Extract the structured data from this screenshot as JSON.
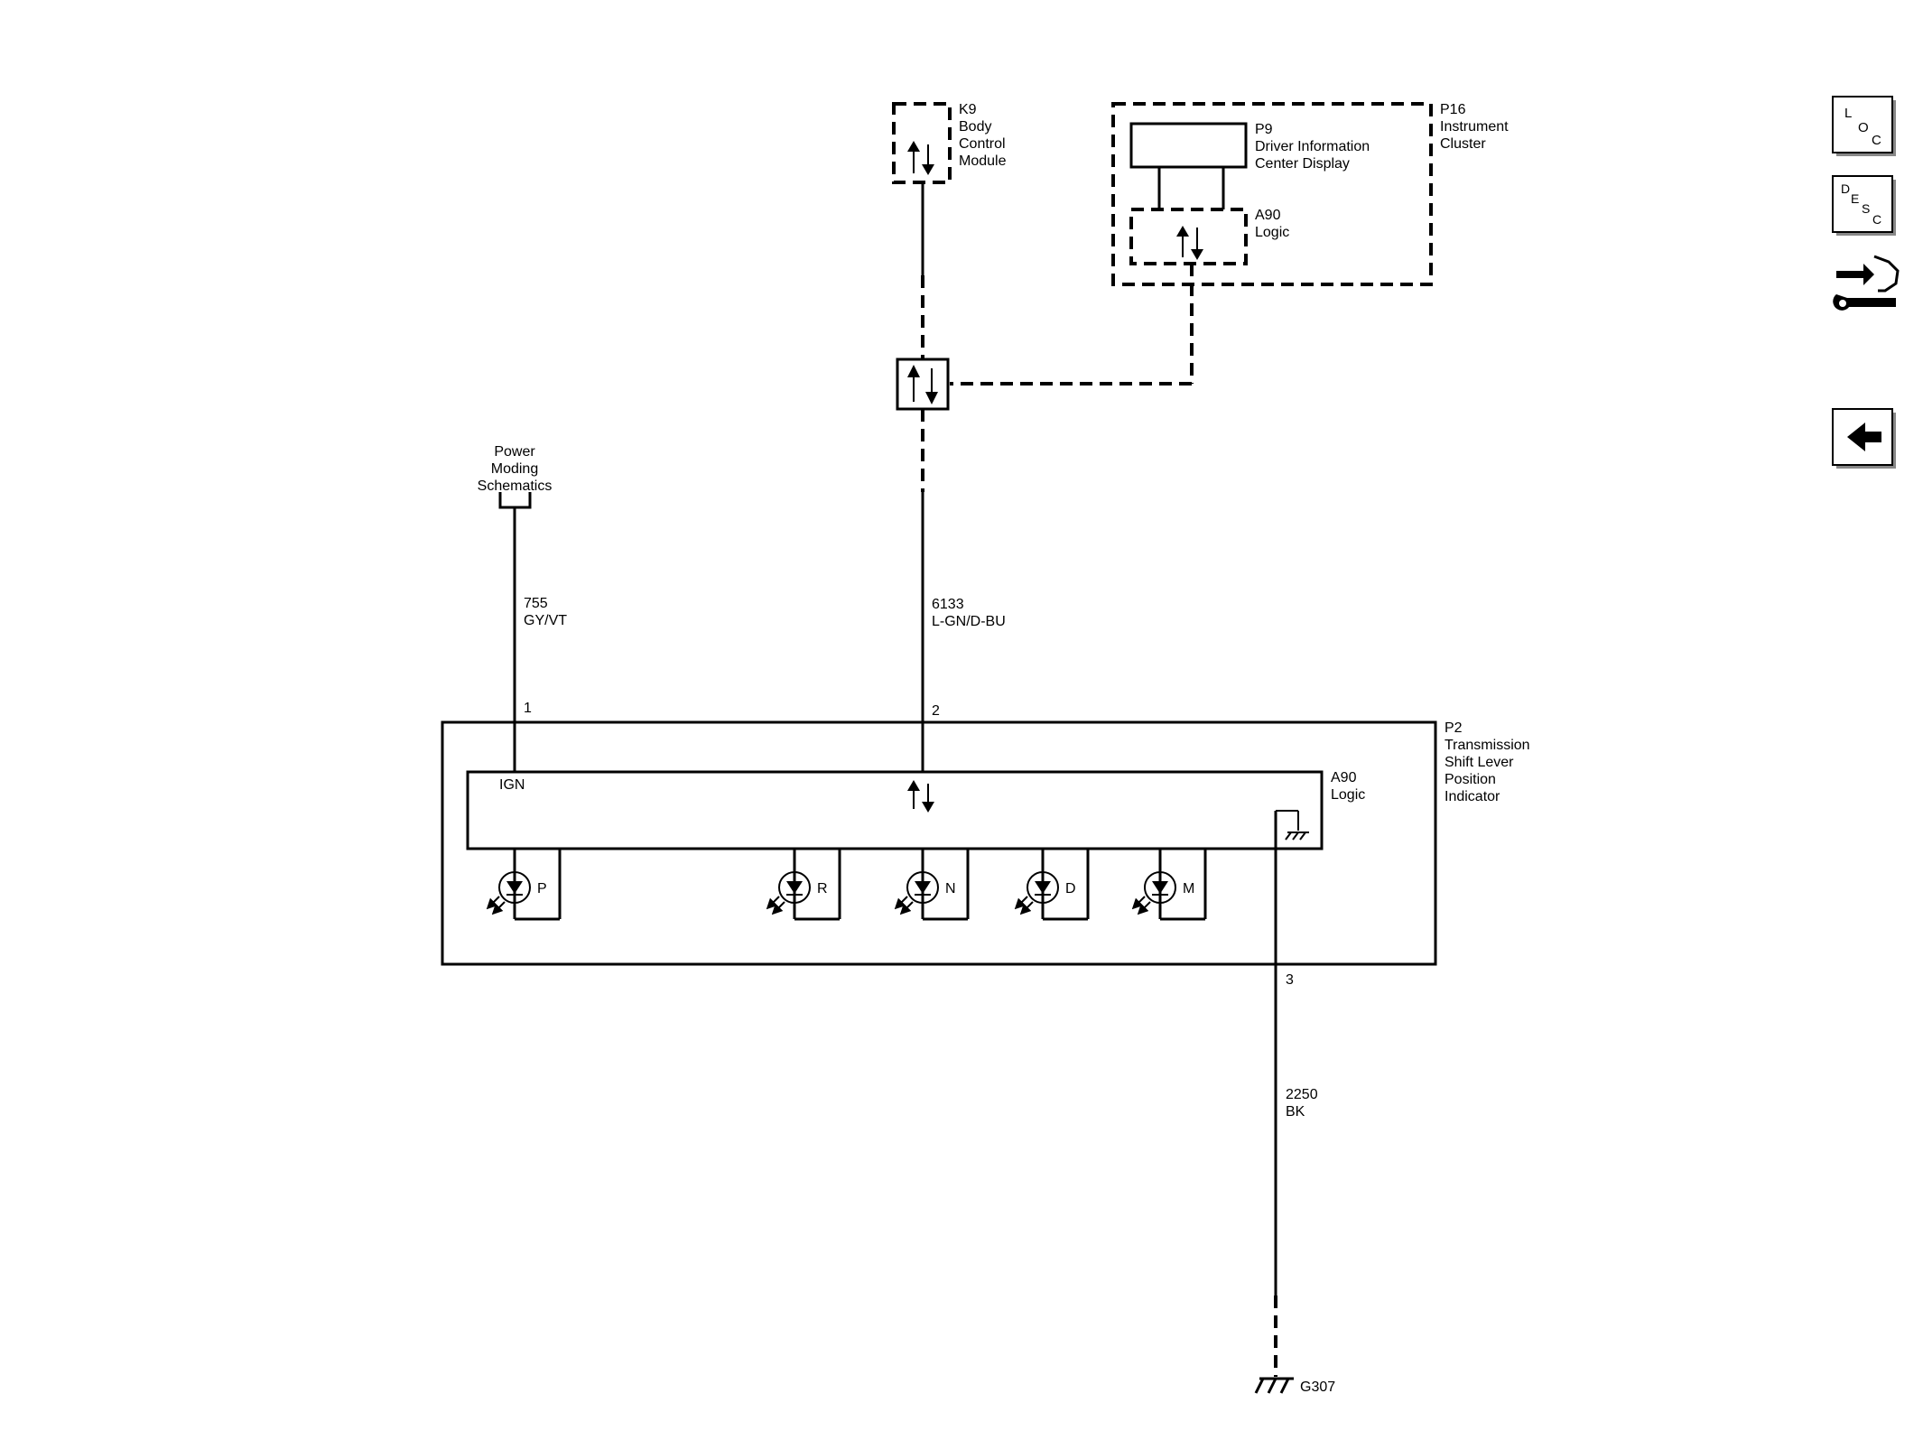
{
  "components": {
    "k9": {
      "id": "K9",
      "lines": [
        "Body",
        "Control",
        "Module"
      ]
    },
    "p16": {
      "id": "P16",
      "lines": [
        "Instrument",
        "Cluster"
      ]
    },
    "p9": {
      "id": "P9",
      "lines": [
        "Driver Information",
        "Center Display"
      ]
    },
    "a90_cluster": {
      "id": "A90",
      "name": "Logic"
    },
    "p2": {
      "id": "P2",
      "lines": [
        "Transmission",
        "Shift Lever",
        "Position",
        "Indicator"
      ]
    },
    "a90_p2": {
      "id": "A90",
      "name": "Logic"
    },
    "power_moding": {
      "lines": [
        "Power",
        "Moding",
        "Schematics"
      ]
    },
    "ground": {
      "id": "G307"
    }
  },
  "wires": {
    "w755": {
      "circuit": "755",
      "color": "GY/VT",
      "pin": "1"
    },
    "w6133": {
      "circuit": "6133",
      "color": "L-GN/D-BU",
      "pin": "2"
    },
    "w2250": {
      "circuit": "2250",
      "color": "BK",
      "pin": "3"
    }
  },
  "logic_labels": {
    "ign": "IGN"
  },
  "lamps": [
    "P",
    "R",
    "N",
    "D",
    "M"
  ],
  "nav": {
    "loc": [
      "L",
      "O",
      "C"
    ],
    "desc": [
      "D",
      "E",
      "S",
      "C"
    ]
  },
  "icons": {
    "loc_button": "loc-icon",
    "desc_button": "desc-icon",
    "connector_repair": "wrench-connector-icon",
    "back_button": "back-arrow-icon"
  }
}
